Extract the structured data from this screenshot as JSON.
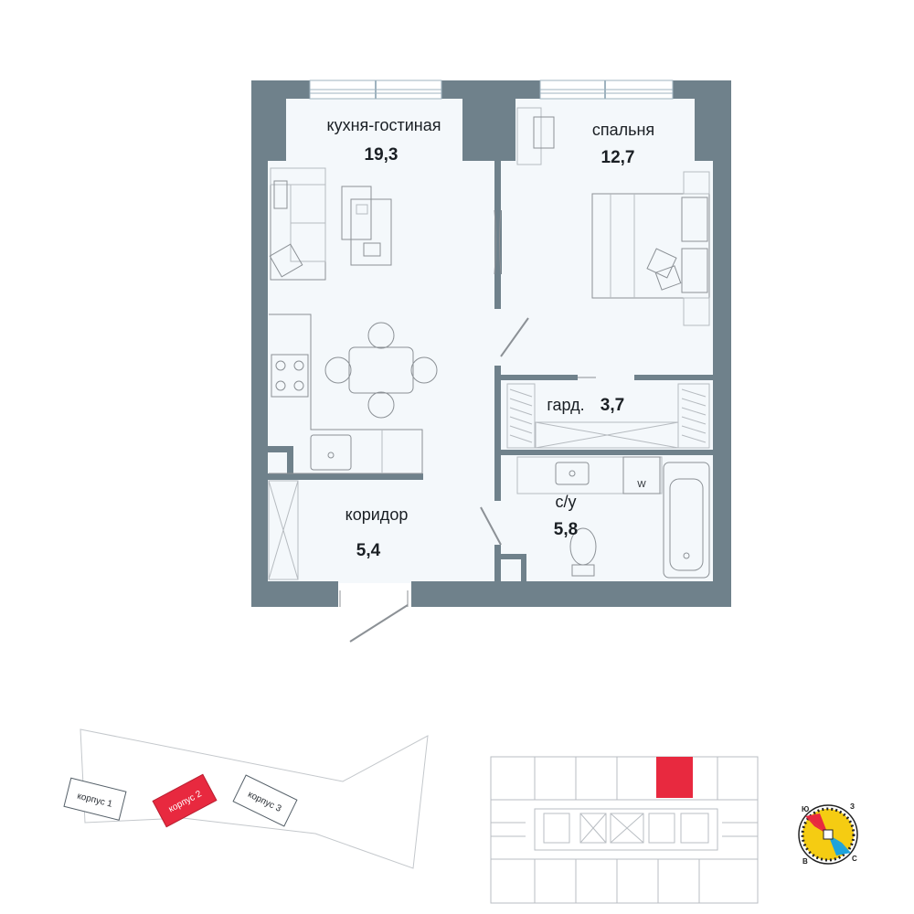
{
  "rooms": {
    "kitchen_living": {
      "label": "кухня-гостиная",
      "area": "19,3"
    },
    "bedroom": {
      "label": "спальня",
      "area": "12,7"
    },
    "wardrobe": {
      "label": "гард.",
      "area": "3,7"
    },
    "bathroom": {
      "label": "с/у",
      "area": "5,8"
    },
    "corridor": {
      "label": "коридор",
      "area": "5,4"
    }
  },
  "site_plan": {
    "buildings": [
      {
        "label": "корпус 1",
        "selected": false
      },
      {
        "label": "корпус 2",
        "selected": true
      },
      {
        "label": "корпус 3",
        "selected": false
      }
    ]
  },
  "floor_plan": {
    "apartment_highlighted": true
  },
  "compass": {
    "south": "Ю",
    "west": "З",
    "east": "В",
    "north": "С"
  },
  "appliance": {
    "washer_mark": "W"
  },
  "colors": {
    "wall": "#6f818b",
    "floor": "#f4f8fb",
    "highlight": "#e8293f",
    "compass_yellow": "#f5cc12",
    "compass_ring": "#222222",
    "compass_red": "#e8293f",
    "compass_blue": "#1ea3dc"
  }
}
